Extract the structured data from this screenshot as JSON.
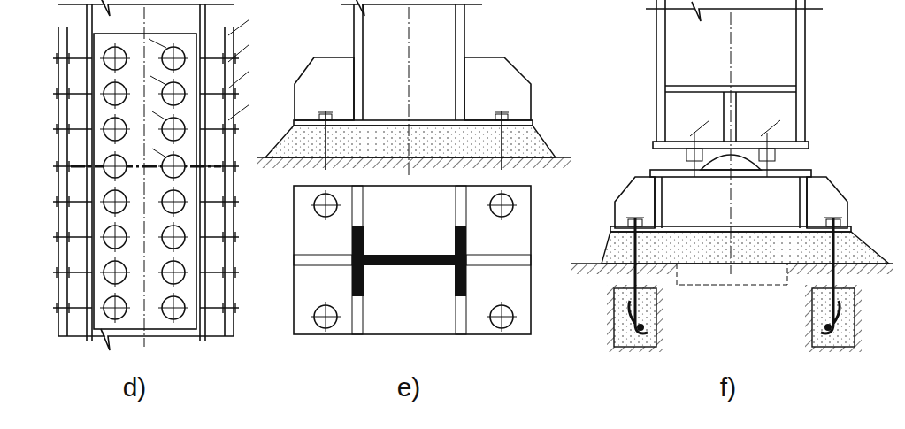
{
  "diagram": {
    "labels": [
      "d)",
      "e)",
      "f)"
    ]
  }
}
